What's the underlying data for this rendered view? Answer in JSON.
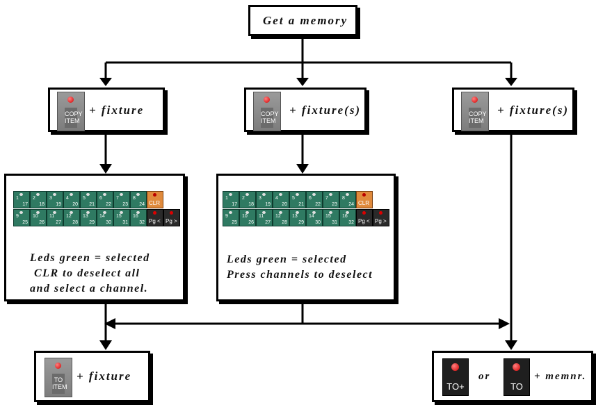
{
  "top": {
    "label": "Get a memory"
  },
  "keys": {
    "copy_line1": "COPY",
    "copy_line2": "ITEM",
    "to_line1": "TO",
    "to_line2": "ITEM"
  },
  "boxes": {
    "left": {
      "label": "+ fixture"
    },
    "middle": {
      "label": "+ fixture(s)"
    },
    "right": {
      "label": "+ fixture(s)"
    }
  },
  "pad": {
    "top_row": [
      [
        "1",
        "17"
      ],
      [
        "2",
        "18"
      ],
      [
        "3",
        "19"
      ],
      [
        "4",
        "20"
      ],
      [
        "5",
        "21"
      ],
      [
        "6",
        "22"
      ],
      [
        "7",
        "23"
      ],
      [
        "8",
        "24"
      ]
    ],
    "bottom_row": [
      [
        "9",
        "25"
      ],
      [
        "10",
        "26"
      ],
      [
        "11",
        "27"
      ],
      [
        "12",
        "28"
      ],
      [
        "13",
        "29"
      ],
      [
        "14",
        "30"
      ],
      [
        "15",
        "31"
      ],
      [
        "16",
        "32"
      ]
    ],
    "clr": "CLR",
    "pg_prev": "Pg <",
    "pg_next": "Pg >"
  },
  "notes": {
    "left": [
      "Leds green = selected",
      "CLR to deselect all",
      "and select a channel."
    ],
    "middle": [
      "Leds green = selected",
      "Press channels to deselect"
    ]
  },
  "bottom": {
    "left_label": "+ fixture",
    "to_plus": "TO+",
    "or": "or",
    "to": "TO",
    "memnr": "+ memnr."
  }
}
